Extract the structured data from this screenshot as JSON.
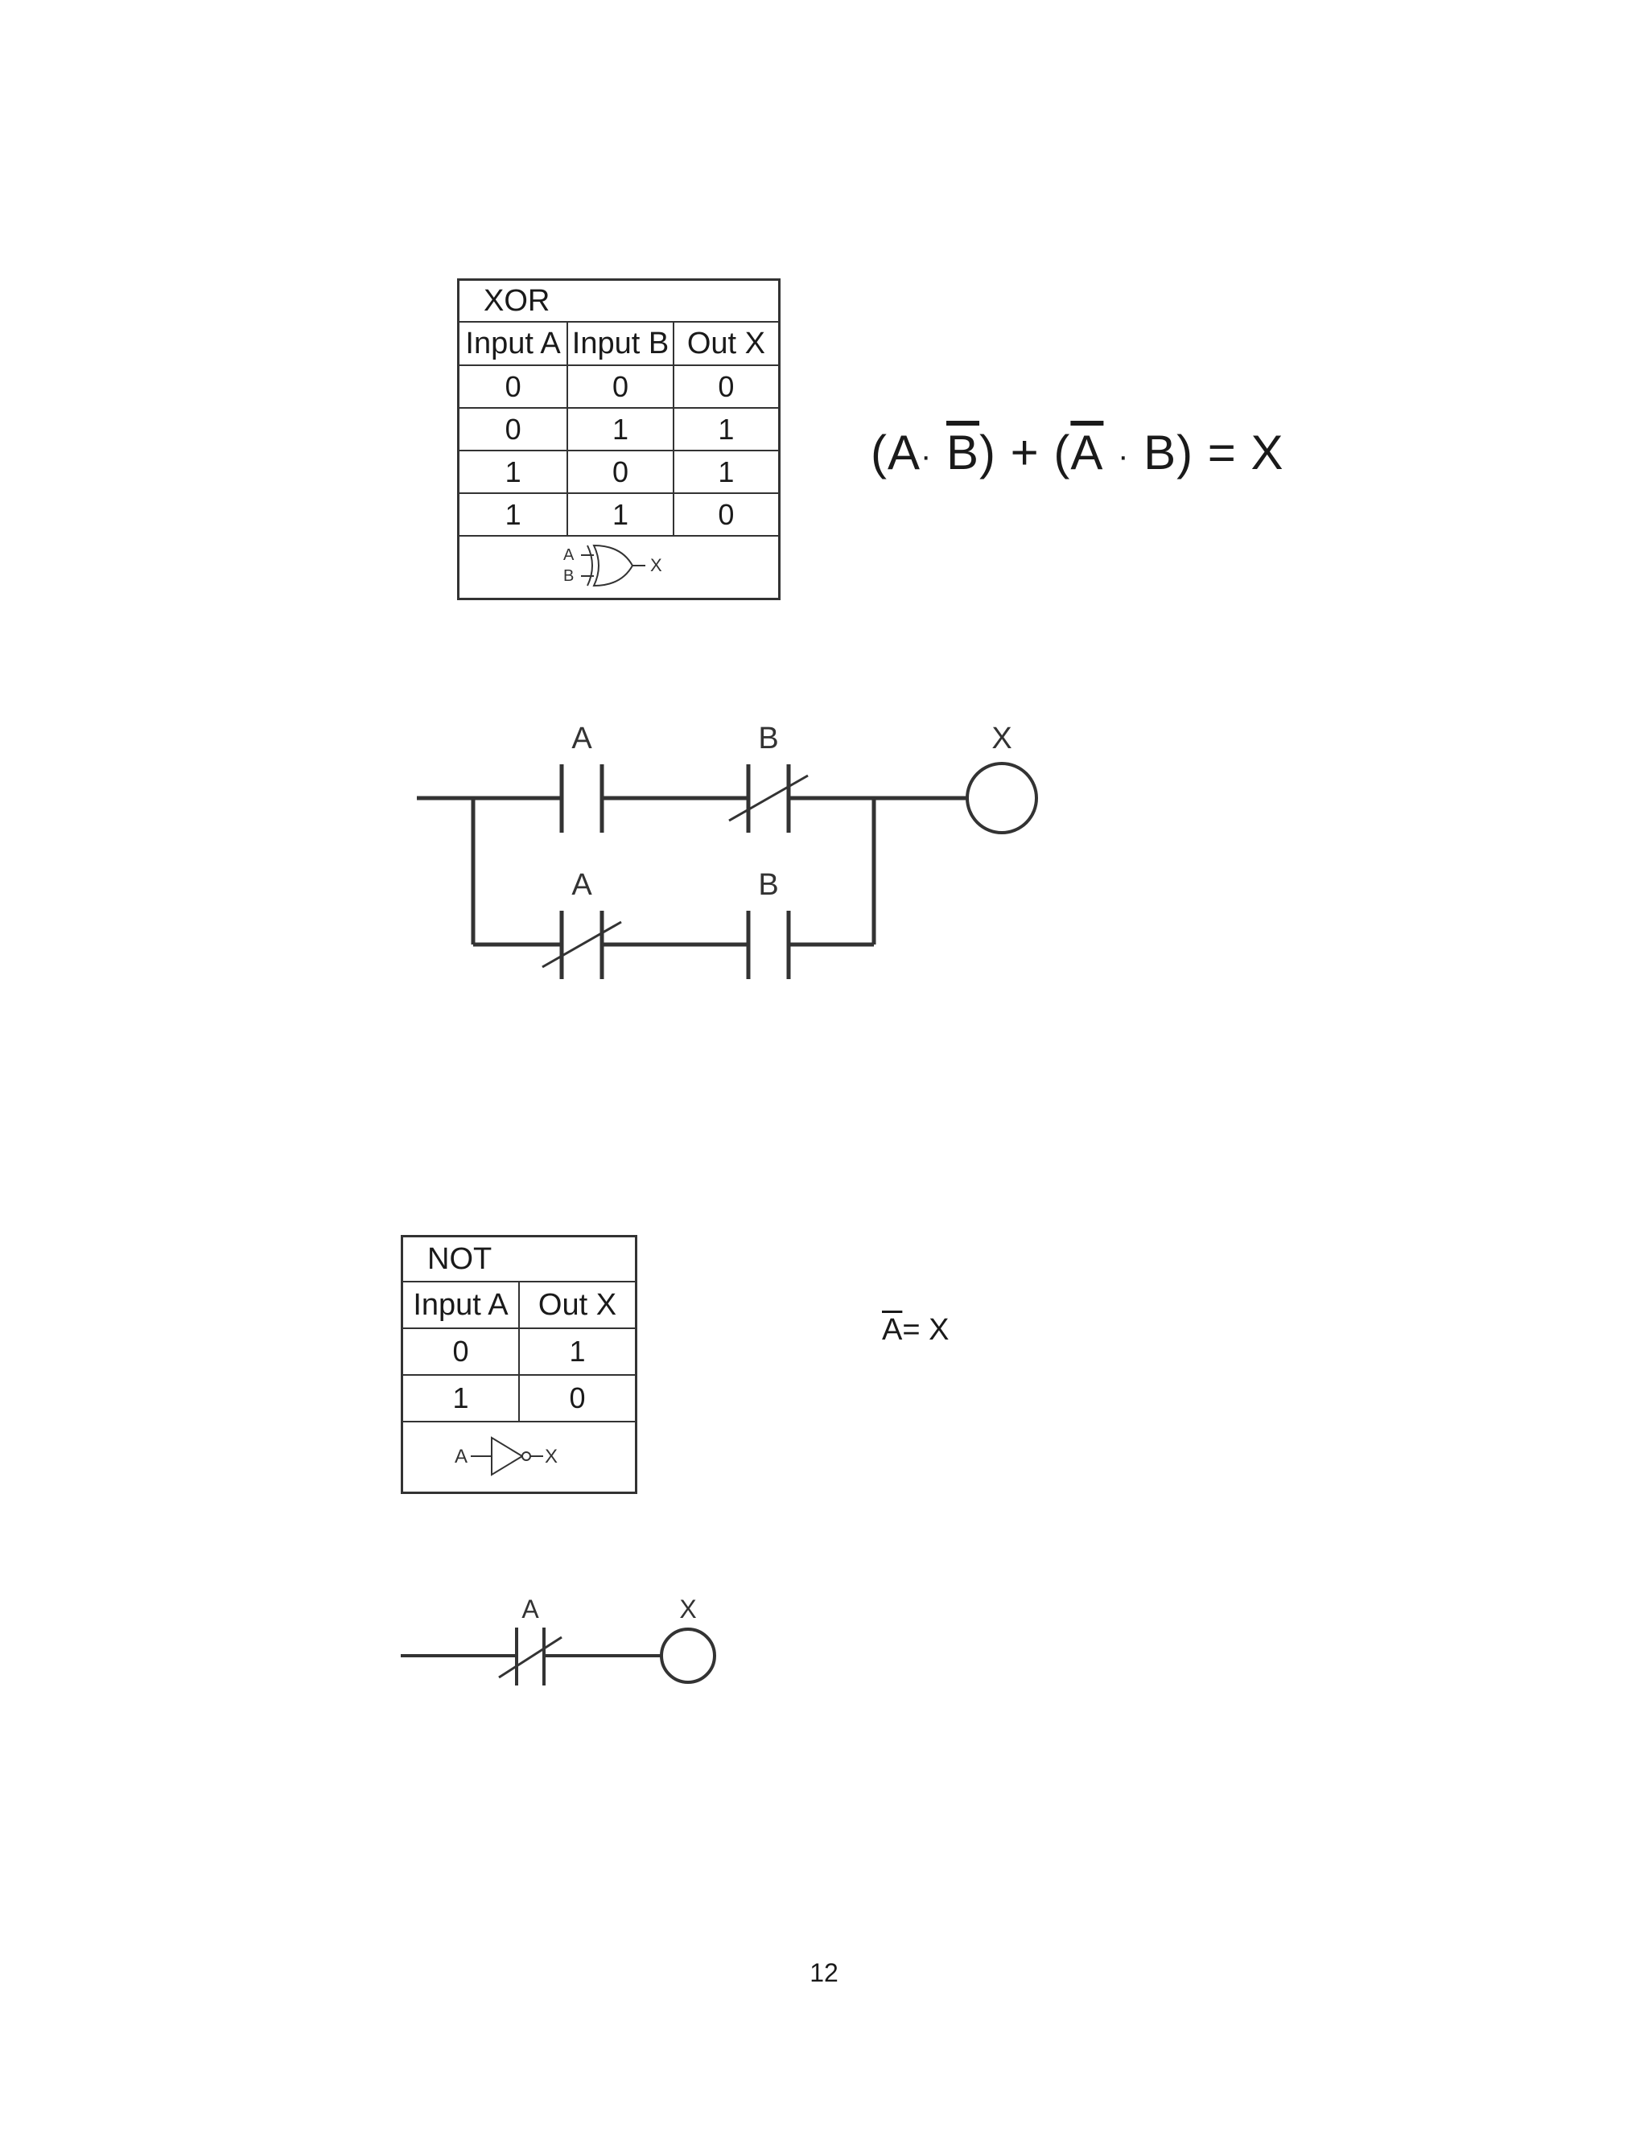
{
  "xor_table": {
    "title": "XOR",
    "headers": [
      "Input A",
      "Input B",
      "Out X"
    ],
    "rows": [
      [
        "0",
        "0",
        "0"
      ],
      [
        "0",
        "1",
        "1"
      ],
      [
        "1",
        "0",
        "1"
      ],
      [
        "1",
        "1",
        "0"
      ]
    ],
    "symbol": {
      "input_a": "A",
      "input_b": "B",
      "output": "X"
    }
  },
  "xor_equation": {
    "open1": "(A",
    "dot1": "·",
    "b_bar": "B",
    "mid": ") + (",
    "a_bar": "A",
    "dot2": "·",
    "close": "B) = X"
  },
  "xor_ladder": {
    "rung1": {
      "contact1": "A",
      "contact2": "B",
      "coil": "X"
    },
    "rung2": {
      "contact1": "A",
      "contact2": "B"
    }
  },
  "not_table": {
    "title": "NOT",
    "headers": [
      "Input A",
      "Out X"
    ],
    "rows": [
      [
        "0",
        "1"
      ],
      [
        "1",
        "0"
      ]
    ],
    "symbol": {
      "input": "A",
      "output": "X"
    }
  },
  "not_equation": {
    "a_bar": "A",
    "rest": " = X"
  },
  "not_ladder": {
    "contact": "A",
    "coil": "X"
  },
  "page_number": "12"
}
